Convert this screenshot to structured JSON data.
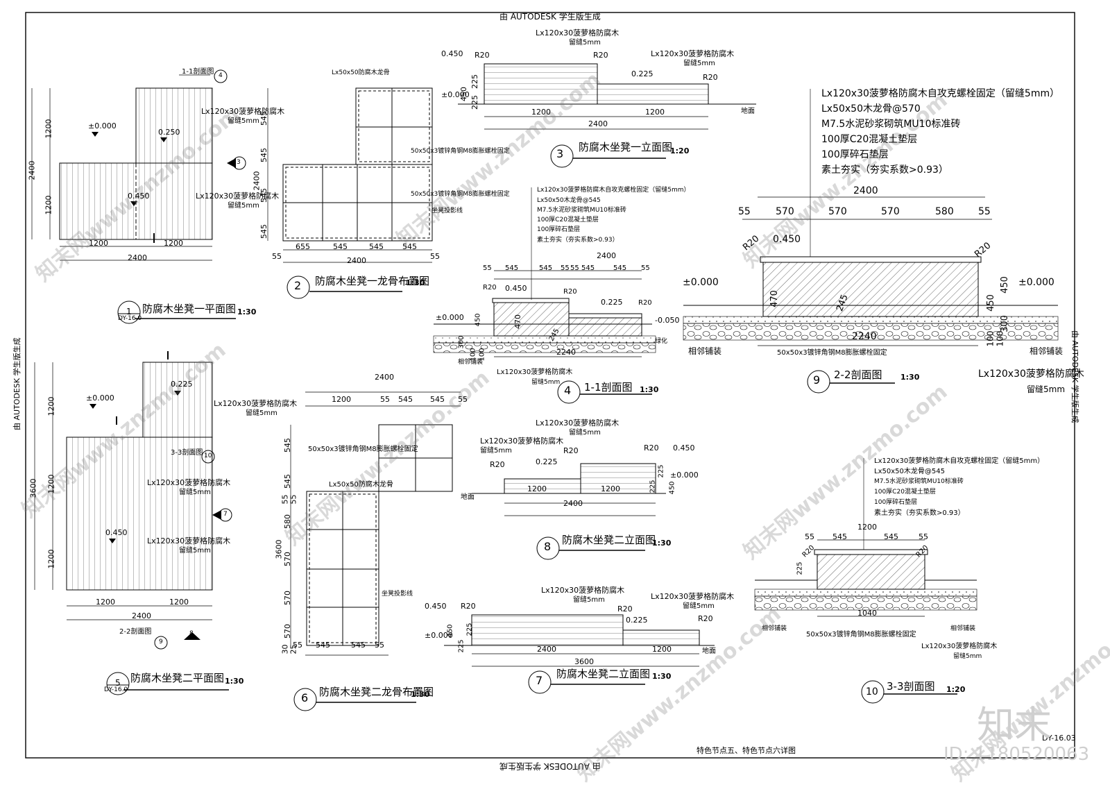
{
  "header": {
    "top_text": "由 AUTODESK 学生版生成",
    "bottom_text": "由 AUTODESK 学生版生成",
    "left_text": "由 AUTODESK 学生版生成",
    "right_text": "由 AUTODESK 学生版生成"
  },
  "footer": {
    "sheet_title": "特色节点五、特色节点六详图",
    "sheet_code": "DY-16.03",
    "brand": "知末",
    "id_text": "ID: 1180520063"
  },
  "watermark": "知末网www.znzmo.com",
  "titles": {
    "d1": {
      "num": "1",
      "sub": "DY-16.0",
      "text": "防腐木坐凳一平面图",
      "scale": "1:30"
    },
    "d2": {
      "num": "2",
      "text": "防腐木坐凳一龙骨布置图",
      "scale": "1:30"
    },
    "d3": {
      "num": "3",
      "text": "防腐木坐凳一立面图",
      "scale": "1:20"
    },
    "d4": {
      "num": "4",
      "text": "1-1剖面图",
      "scale": "1:30"
    },
    "d5": {
      "num": "5",
      "sub": "DY-16.0",
      "text": "防腐木坐凳二平面图",
      "scale": "1:30"
    },
    "d6": {
      "num": "6",
      "text": "防腐木坐凳二龙骨布置图",
      "scale": "1:30"
    },
    "d7": {
      "num": "7",
      "text": "防腐木坐凳二立面图",
      "scale": "1:30"
    },
    "d8": {
      "num": "8",
      "text": "防腐木坐凳二立面图",
      "scale": "1:30"
    },
    "d9": {
      "num": "9",
      "text": "2-2剖面图",
      "scale": "1:30"
    },
    "d10": {
      "num": "10",
      "text": "3-3剖面图",
      "scale": "1:20"
    }
  },
  "layers": {
    "l1": "Lx120x30菠萝格防腐木自攻克螺栓固定（留缝5mm）",
    "l2": "Lx50x50木龙骨@570",
    "l3": "M7.5水泥砂浆砌筑MU10标准砖",
    "l4": "100厚C20混凝土垫层",
    "l5": "100厚碎石垫层",
    "l6": "素土夯实（夯实系数>0.93）",
    "l2b": "Lx50x50木龙骨@545"
  },
  "notes": {
    "wood": "Lx120x30菠萝格防腐木",
    "gap": "留缝5mm",
    "keel": "Lx50x50防腐木龙骨",
    "bolt": "50x50x3镀锌角钢M8膨胀螺栓固定",
    "outline": "坐凳投影线",
    "ground": "地面",
    "paving": "相邻铺装",
    "green": "绿化",
    "sec11": "1-1剖面图",
    "sec22": "2-2剖面图",
    "sec33": "3-3剖面图"
  },
  "elev": {
    "e0": "±0.000",
    "e225": "0.225",
    "e250": "0.250",
    "e450": "0.450",
    "em050": "-0.050"
  },
  "dims": {
    "d1200": "1200",
    "d2400": "2400",
    "d3600": "3600",
    "d545": "545",
    "d55": "55",
    "d655": "655",
    "d570": "570",
    "d580": "580",
    "d2240": "2240",
    "d1040": "1040",
    "d225": "225",
    "d450": "450",
    "d470": "470",
    "d245": "245",
    "d300": "300",
    "d100": "100",
    "d30": "30",
    "d25": "25",
    "r20": "R20"
  },
  "sym": {
    "s4": "4",
    "s3": "3",
    "s10": "10",
    "s7": "7",
    "s9": "9",
    "s8": "8",
    "dash": "-"
  }
}
